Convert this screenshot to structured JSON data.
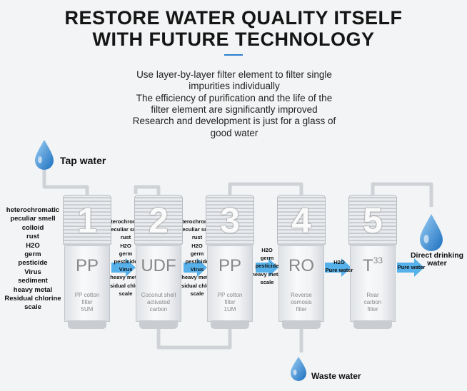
{
  "header": {
    "title_line1": "RESTORE WATER QUALITY ITSELF",
    "title_line2": "WITH FUTURE TECHNOLOGY"
  },
  "description": [
    "Use layer-by-layer filter element to filter single",
    "impurities individually",
    "The efficiency of purification and the life of the",
    "filter element are significantly improved",
    "Research and development is just for a glass of",
    "good water"
  ],
  "labels": {
    "tap_water": "Tap water",
    "direct_line1": "Direct drinking",
    "direct_line2": "water",
    "waste_water": "Waste water"
  },
  "colors": {
    "accent": "#2c7fd1",
    "water_drop": "#2a86d6",
    "arrow": "#3aa3e8",
    "pipe": "#cfd2d6"
  },
  "impurities": {
    "before_pp": [
      "heterochromatic",
      "peculiar smell",
      "colloid",
      "rust",
      "H2O",
      "germ",
      "pesticide",
      "Virus",
      "sediment",
      "heavy metal",
      "Residual chlorine",
      "scale"
    ],
    "before_udf": [
      "heterochromatic",
      "peculiar smell",
      "rust",
      "H2O",
      "germ",
      "pesticide",
      "Virus",
      "heavy metal",
      "Residual chlorine",
      "scale"
    ],
    "before_pp2": [
      "heterochromatic",
      "peculiar smell",
      "rust",
      "H2O",
      "germ",
      "pesticide",
      "Virus",
      "heavy metal",
      "Residual chlorine",
      "scale"
    ],
    "before_ro": [
      "H2O",
      "germ",
      "pesticide",
      "heavy metal",
      "scale"
    ],
    "before_t33": [
      "H2O",
      "Pure water"
    ],
    "after_t33": [
      "Pure water"
    ]
  },
  "filters": [
    {
      "number": "1",
      "code": "PP",
      "sup": "",
      "name": [
        "PP cotton",
        "filter",
        "5UM"
      ]
    },
    {
      "number": "2",
      "code": "UDF",
      "sup": "",
      "name": [
        "Coconut shell",
        "activated",
        "carbon"
      ]
    },
    {
      "number": "3",
      "code": "PP",
      "sup": "",
      "name": [
        "PP cotton",
        "filter",
        "1UM"
      ]
    },
    {
      "number": "4",
      "code": "RO",
      "sup": "",
      "name": [
        "Reverse",
        "osmosis",
        "filter"
      ]
    },
    {
      "number": "5",
      "code": "T",
      "sup": "33",
      "name": [
        "Rear",
        "carbon",
        "filter"
      ]
    }
  ]
}
